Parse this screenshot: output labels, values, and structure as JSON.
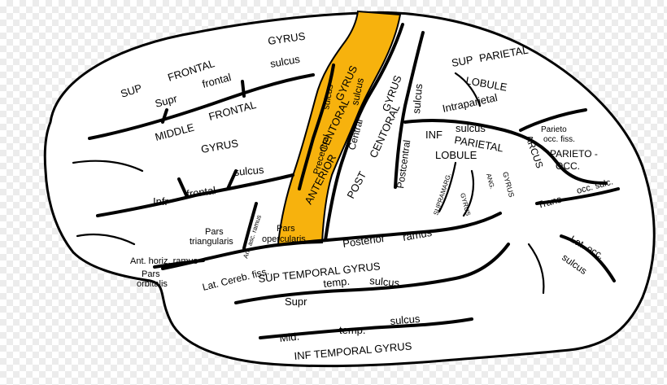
{
  "colors": {
    "highlight": "#f7b20d",
    "outline": "#000000",
    "fill": "#ffffff"
  },
  "labels": {
    "sup": "SUP",
    "frontal_top": "FRONTAL",
    "gyrus_top": "GYRUS",
    "sulcus_top": "sulcus",
    "supr_front": "Supr",
    "frontal_small": "frontal",
    "middle": "MIDDLE",
    "frontal_mid": "FRONTAL",
    "gyrus_mid": "GYRUS",
    "infr": "Infr",
    "frontal_inf": "frontal",
    "sulcus_inf": "sulcus",
    "sulcus_prec": "sulcus",
    "precentral": "Precentral",
    "anterior": "ANTERIOR",
    "centoral_ant": "CENTORAL",
    "gyrus_ant": "GYRUS",
    "central": "Central",
    "sulcus_central": "sulcus",
    "post": "POST",
    "centoral_post": "CENTORAL",
    "gyrus_post": "GYRUS",
    "sulcus_post": "sulcus",
    "postcentral": "Postcentral",
    "sup_parietal_1": "SUP",
    "parietal_1": "PARIETAL",
    "lobule_1": "LOBULE",
    "intraparietal": "Intraparietal",
    "sulcus_intra": "sulcus",
    "inf": "INF",
    "parietal_2": "PARIETAL",
    "lobule_2": "LOBULE",
    "arcus": "ARCUS",
    "parieto_occ_fiss_1": "Parieto",
    "parieto_occ_fiss_2": "occ. fiss.",
    "parieto_occ_1": "PARIETO -",
    "parieto_occ_2": "OCC.",
    "trans": "Trans",
    "occ_sulc": "occ. sulc.",
    "lat_occ": "Lat. occ.",
    "sulcus_occ": "sulcus",
    "supramarg": "SUPRAMARG.",
    "gyrus_supramarg": "GYRUS",
    "ang": "ANG.",
    "gyrus_ang": "GYRUS",
    "pars_triangularis_1": "Pars",
    "pars_triangularis_2": "triangularis",
    "ant_asc_ramus": "Ant. asc. ramus",
    "pars_opercularis_1": "Pars",
    "pars_opercularis_2": "opercularis",
    "ant_horiz_ramus": "Ant. horiz. ramus",
    "pars_orbitalis_1": "Pars",
    "pars_orbitalis_2": "orbitalis",
    "lat_cereb_fiss": "Lat. Cereb. fiss.",
    "posterior": "Posterior",
    "ramus": "ramus",
    "sup_temporal": "SUP  TEMPORAL  GYRUS",
    "supr_temp": "Supr",
    "temp": "temp.",
    "sulcus_temp": "sulcus",
    "mid": "Mid.",
    "temp_mid": "temp.",
    "sulcus_mid": "sulcus",
    "inf_temporal": "INF  TEMPORAL  GYRUS"
  }
}
